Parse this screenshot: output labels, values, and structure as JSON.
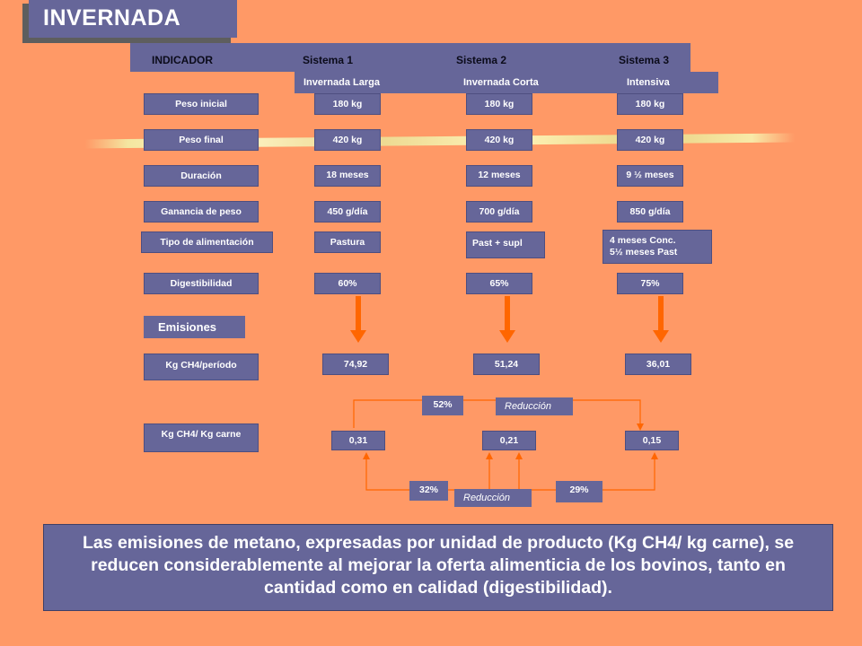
{
  "title": "INVERNADA",
  "header": {
    "indicador": "INDICADOR",
    "sistema1": "Sistema 1",
    "sistema2": "Sistema 2",
    "sistema3": "Sistema 3",
    "sub1": "Invernada Larga",
    "sub2": "Invernada Corta",
    "sub3": "Intensiva"
  },
  "rows": {
    "peso_inicial": {
      "label": "Peso inicial",
      "s1": "180 kg",
      "s2": "180 kg",
      "s3": "180 kg"
    },
    "peso_final": {
      "label": "Peso final",
      "s1": "420 kg",
      "s2": "420 kg",
      "s3": "420 kg"
    },
    "duracion": {
      "label": "Duración",
      "s1": "18 meses",
      "s2": "12 meses",
      "s3": "9 ½ meses"
    },
    "ganancia": {
      "label": "Ganancia de peso",
      "s1": "450 g/día",
      "s2": "700 g/día",
      "s3": "850 g/día"
    },
    "alimentacion": {
      "label": "Tipo de alimentación",
      "s1": "Pastura",
      "s2": "Past + supl",
      "s3_line1": "4 meses Conc.",
      "s3_line2": "5½ meses Past"
    },
    "digestibilidad": {
      "label": "Digestibilidad",
      "s1": "60%",
      "s2": "65%",
      "s3": "75%"
    }
  },
  "emisiones": {
    "label": "Emisiones",
    "ch4_periodo": {
      "label": "Kg CH4/período",
      "s1": "74,92",
      "s2": "51,24",
      "s3": "36,01"
    },
    "ch4_carne": {
      "label": "Kg CH4/ Kg carne",
      "s1": "0,31",
      "s2": "0,21",
      "s3": "0,15"
    }
  },
  "reducciones": {
    "top_pct": "52%",
    "top_label": "Reducción",
    "bottom_left_pct": "32%",
    "bottom_label": "Reducción",
    "bottom_right_pct": "29%"
  },
  "message": "Las emisiones de metano, expresadas por unidad de producto (Kg CH4/ kg carne), se reducen considerablemente al mejorar la oferta alimenticia de los bovinos, tanto en  cantidad como en calidad (digestibilidad).",
  "colors": {
    "background": "#FF9966",
    "box": "#666699",
    "arrow": "#FF6600",
    "line": "#FF6600"
  }
}
